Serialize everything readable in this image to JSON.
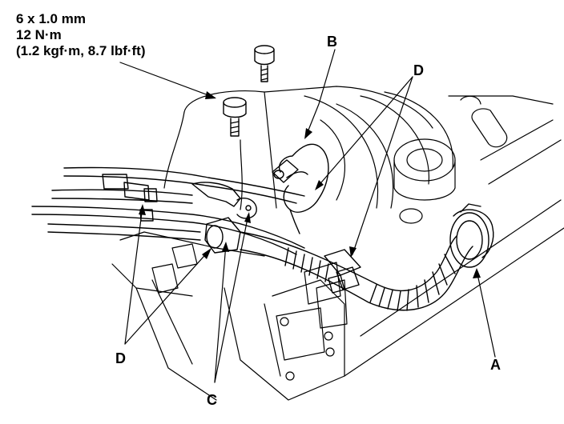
{
  "spec": {
    "line1": "6 x 1.0 mm",
    "line2": "12 N·m",
    "line3": "(1.2 kgf·m, 8.7 lbf·ft)"
  },
  "callouts": {
    "a": "A",
    "b": "B",
    "c": "C",
    "d_top": "D",
    "d_bottom": "D"
  }
}
